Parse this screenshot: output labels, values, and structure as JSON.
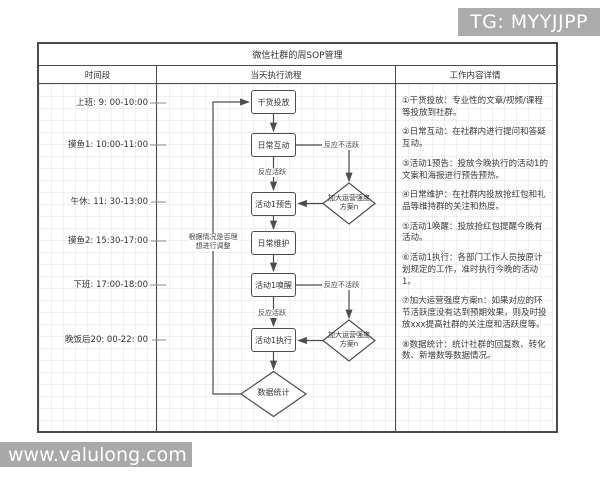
{
  "watermarks": {
    "telegram": "TG: MYYJJPP",
    "website": "www.valulong.com"
  },
  "diagram": {
    "title": "微信社群的周SOP管理",
    "column_headers": [
      "时间段",
      "当天执行流程",
      "工作内容详情"
    ],
    "time_slots": [
      "上班: 9: 00-10:00",
      "摸鱼1: 10:00-11:00",
      "午休: 11: 30-13:00",
      "摸鱼2: 15:30-17:00",
      "下班: 17:00-18:00",
      "晚饭后20: 00-22: 00"
    ],
    "flow": {
      "steps": [
        "干货投放",
        "日常互动",
        "活动1预告",
        "日常维护",
        "活动1唤醒",
        "活动1执行"
      ],
      "end_node": "数据统计",
      "decision_boost": "加大运营强度方案n",
      "label_active": "反应活跃",
      "label_inactive": "反应不活跃",
      "loop_note": "根据情况是否理想进行调整"
    },
    "details": [
      "①干货投放：专业性的文章/视频/课程等投放到社群。",
      "②日常互动：在社群内进行提问和答疑互动。",
      "③活动1预告：投放今晚执行的活动1的文案和海报进行预告预热。",
      "④日常维护：在社群内投放抢红包和礼品等维持群的关注和热度。",
      "⑤活动1唤醒：投放抢红包提醒今晚有活动。",
      "⑥活动1执行：各部门工作人员按原计划规定的工作，准时执行今晚的活动1。",
      "⑦加大运营强度方案n：如果对应的环节活跃度没有达到预期效果，则及时投放xxx提高社群的关注度和活跃度等。",
      "⑧数据统计：统计社群的回复数、转化数、新增数等数据情况。"
    ]
  },
  "colors": {
    "watermark_bg": "#ababab",
    "watermark_text": "#ffffff",
    "frame_border": "#4a4a4a",
    "box_border": "#4d4d4d",
    "text": "#333333",
    "grid_line": "#e9e1e1"
  }
}
